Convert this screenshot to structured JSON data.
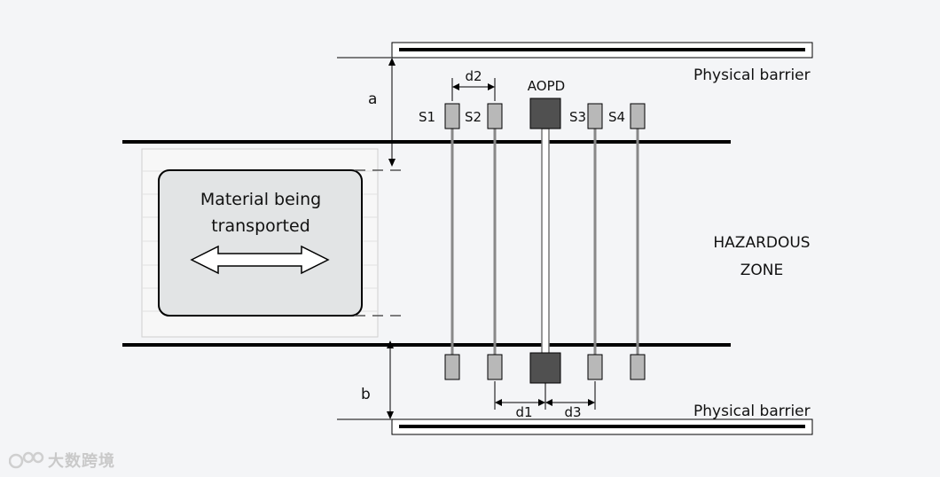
{
  "labels": {
    "barrier_top": "Physical barrier",
    "barrier_bottom": "Physical barrier",
    "dim_a": "a",
    "dim_b": "b",
    "d2": "d2",
    "d1": "d1",
    "d3": "d3",
    "aopd": "AOPD",
    "s1": "S1",
    "s2": "S2",
    "s3": "S3",
    "s4": "S4",
    "hazard_line1": "HAZARDOUS",
    "hazard_line2": "ZONE",
    "material_line1": "Material being",
    "material_line2": "transported"
  },
  "watermark": {
    "text": "大数跨境"
  },
  "colors": {
    "background": "#f4f5f7",
    "line": "#000000",
    "sensor_fill": "#b8b8b8",
    "aopd_fill": "#505050",
    "material_fill": "#e3e5e6",
    "pallet_fill": "#f5f5f5",
    "beam": "#888888"
  }
}
